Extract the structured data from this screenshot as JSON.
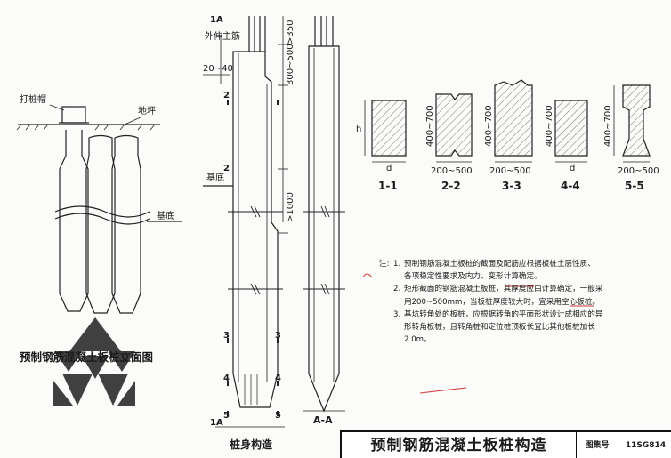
{
  "labels": {
    "pile_cap": "打桩帽",
    "ground": "地坪",
    "base_left": "基底",
    "elevation_title": "预制钢筋混凝土板桩立面图",
    "section_mark_top": "1A",
    "section_mark_bottom": "1A",
    "extend_bar": "外伸主筋",
    "dim_20_40": "20~40",
    "dim_350": ">350",
    "dim_300_500": "300~500",
    "dim_1000": ">1000",
    "base_mid": "基底",
    "section_2a": "2",
    "section_2b": "2",
    "section_3a": "3",
    "section_3b": "3",
    "section_4a": "4",
    "section_4b": "4",
    "section_5a": "5",
    "section_5b": "5",
    "body_title": "桩身构造",
    "aa_title": "A-A",
    "h_label": "h",
    "d_label_1": "d",
    "d_label_4": "d",
    "dim_400_700_a": "400~700",
    "dim_400_700_b": "400~700",
    "dim_400_700_c": "400~700",
    "dim_400_700_d": "400~700",
    "dim_200_500_a": "200~500",
    "dim_200_500_b": "200~500",
    "dim_200_500_c": "200~500",
    "sec_1_1": "1-1",
    "sec_2_2": "2-2",
    "sec_3_3": "3-3",
    "sec_4_4": "4-4",
    "sec_5_5": "5-5"
  },
  "notes": {
    "prefix": "注:",
    "n1": "1.",
    "n1_line1": "预制钢筋混凝土板桩的截面及配筋应根据板桩土层性质、",
    "n1_line2": "各项稳定性要求及内力、变形计算确定。",
    "n2": "2.",
    "n2_line1": "矩形截面的钢筋混凝土板桩，其厚度应由计算确定，一般采",
    "n2_line2": "用200~500mm，当板桩厚度较大时，宜采用空心板桩。",
    "n3": "3.",
    "n3_line1": "基坑转角处的板桩，应根据转角的平面形状设计成相应的异",
    "n3_line2": "形转角板桩，且转角桩和定位桩顶板长宜比其他板桩加长",
    "n3_line3": "2.0m。"
  },
  "title_block": {
    "main": "预制钢筋混凝土板桩构造",
    "atlas_label": "图集号",
    "atlas_code": "11SG814"
  }
}
